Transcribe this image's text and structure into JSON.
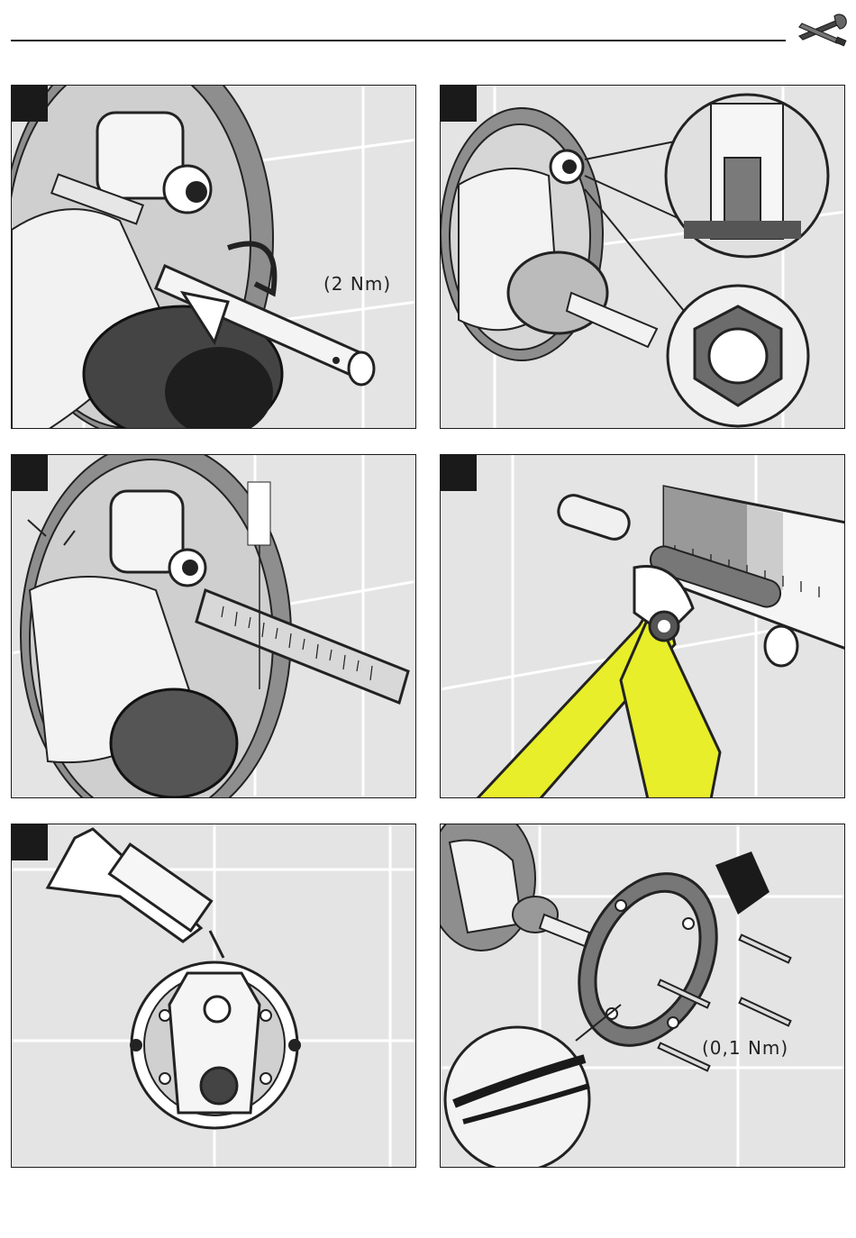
{
  "header": {
    "tools_icon": "wrench-screwdriver-icon"
  },
  "steps": [
    {
      "panel": "tighten-tool",
      "torque": "(2 Nm)"
    },
    {
      "panel": "locknut-detail",
      "torque": ""
    },
    {
      "panel": "measure-ruler",
      "torque": ""
    },
    {
      "panel": "cut-pliers",
      "torque": ""
    },
    {
      "panel": "silicone-seal",
      "torque": ""
    },
    {
      "panel": "mount-plate",
      "torque": "(0,1 Nm)"
    }
  ],
  "colors": {
    "pliers": "#e8ee2a",
    "background_tiles": "#e4e4e4",
    "plate": "#8a8a8a",
    "badge": "#1a1a1a"
  }
}
